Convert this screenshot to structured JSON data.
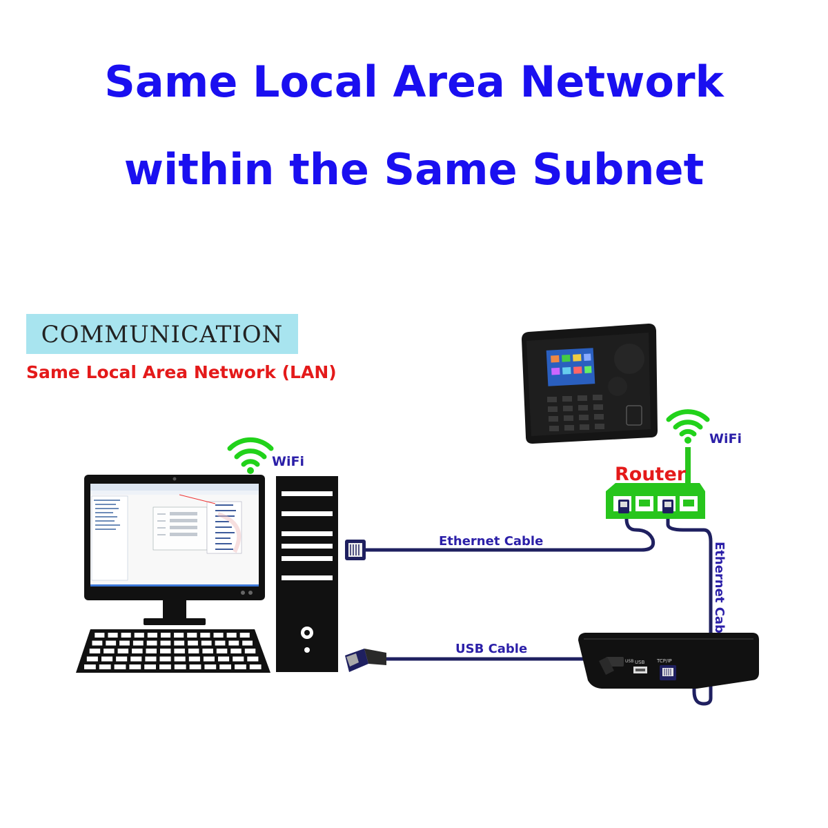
{
  "title": {
    "line1": "Same Local Area Network",
    "line2": "within the Same Subnet"
  },
  "badge": {
    "text": "COMMUNICATION",
    "subtitle": "Same Local Area Network (LAN)"
  },
  "labels": {
    "wifi_pc": "WiFi",
    "wifi_router": "WiFi",
    "router": "Router",
    "ethernet_cable_top": "Ethernet Cable",
    "ethernet_cable_side": "Ethernet Cable",
    "usb_cable": "USB Cable",
    "port_usb_small": "USB",
    "port_usb": "USB",
    "port_tcpip": "TCP/IP"
  },
  "colors": {
    "title": "#1a0ff0",
    "label": "#2b1fa8",
    "lan_text": "#e41a1a",
    "router": "#27c51c",
    "wifi_icon": "#21d21a",
    "cable": "#1f2060",
    "badge_bg": "#a8e4ef"
  },
  "icons": [
    "wifi-icon",
    "monitor-icon",
    "pc-tower-icon",
    "keyboard-icon",
    "router-icon",
    "time-attendance-device-icon",
    "ethernet-plug-icon",
    "usb-plug-icon"
  ]
}
